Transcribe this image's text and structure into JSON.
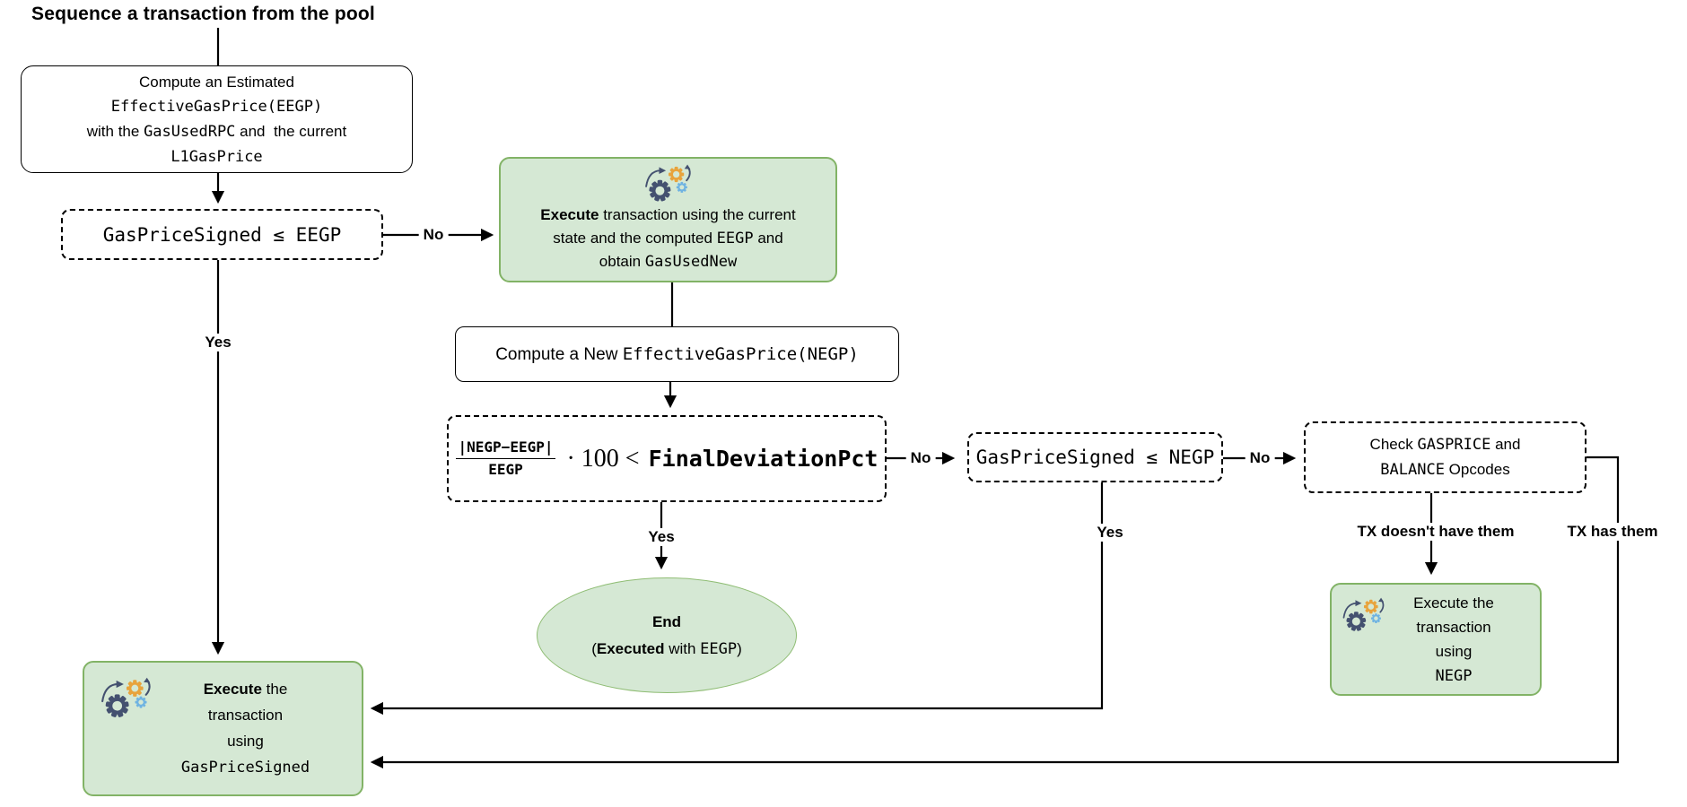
{
  "title": "Sequence a transaction from the pool",
  "colors": {
    "green_fill": "#d5e8d4",
    "green_stroke": "#82b366",
    "ellipse_stroke": "#8fbd74",
    "line": "#000000",
    "gear_dark": "#445170",
    "gear_orange": "#e8a33c",
    "gear_blue": "#6fb3e2"
  },
  "nodes": {
    "compute_eegp": {
      "runs": [
        {
          "t": "Compute an Estimated",
          "f": "sans"
        },
        {
          "br": true
        },
        {
          "t": "EffectiveGasPrice(EEGP)",
          "f": "mono"
        },
        {
          "br": true
        },
        {
          "t": "with the ",
          "f": "sans"
        },
        {
          "t": "GasUsedRPC",
          "f": "mono"
        },
        {
          "t": " and  the current",
          "f": "sans"
        },
        {
          "br": true
        },
        {
          "t": "L1GasPrice",
          "f": "mono"
        }
      ]
    },
    "dec_eegp": {
      "runs": [
        {
          "t": "GasPriceSigned ≤ EEGP",
          "f": "mono"
        }
      ]
    },
    "exec_current": {
      "runs": [
        {
          "t": "Execute",
          "f": "bold"
        },
        {
          "t": " transaction using the current",
          "f": "sans"
        },
        {
          "br": true
        },
        {
          "t": "state and the computed ",
          "f": "sans"
        },
        {
          "t": "EEGP",
          "f": "mono"
        },
        {
          "t": " and",
          "f": "sans"
        },
        {
          "br": true
        },
        {
          "t": "obtain ",
          "f": "sans"
        },
        {
          "t": "GasUsedNew",
          "f": "mono"
        }
      ]
    },
    "compute_negp": {
      "runs": [
        {
          "t": "Compute a New ",
          "f": "sans"
        },
        {
          "t": "EffectiveGasPrice(NEGP)",
          "f": "mono"
        }
      ]
    },
    "formula": {
      "num": "|NEGP−EEGP|",
      "den": "EEGP",
      "mid": "· 100 <",
      "rhs": "FinalDeviationPct"
    },
    "dec_negp": {
      "runs": [
        {
          "t": "GasPriceSigned ≤ NEGP",
          "f": "mono"
        }
      ]
    },
    "check_opcodes": {
      "runs": [
        {
          "t": "Check ",
          "f": "sans"
        },
        {
          "t": "GASPRICE",
          "f": "mono"
        },
        {
          "t": " and",
          "f": "sans"
        },
        {
          "br": true
        },
        {
          "t": "BALANCE",
          "f": "mono"
        },
        {
          "t": " Opcodes",
          "f": "sans"
        }
      ]
    },
    "end": {
      "runs": [
        {
          "t": "End",
          "f": "bold"
        },
        {
          "br": true
        },
        {
          "t": "(",
          "f": "sans"
        },
        {
          "t": "Executed",
          "f": "bold"
        },
        {
          "t": " with ",
          "f": "sans"
        },
        {
          "t": "EEGP",
          "f": "mono"
        },
        {
          "t": ")",
          "f": "sans"
        }
      ]
    },
    "exec_gps": {
      "runs": [
        {
          "t": "Execute",
          "f": "bold"
        },
        {
          "t": " the",
          "f": "sans"
        },
        {
          "br": true
        },
        {
          "t": "transaction",
          "f": "sans"
        },
        {
          "br": true
        },
        {
          "t": "using",
          "f": "sans"
        },
        {
          "br": true
        },
        {
          "t": "GasPriceSigned",
          "f": "mono"
        }
      ]
    },
    "exec_negp": {
      "runs": [
        {
          "t": "Execute the",
          "f": "sans"
        },
        {
          "br": true
        },
        {
          "t": "transaction",
          "f": "sans"
        },
        {
          "br": true
        },
        {
          "t": "using",
          "f": "sans"
        },
        {
          "br": true
        },
        {
          "t": "NEGP",
          "f": "mono"
        }
      ]
    }
  },
  "labels": {
    "no1": "No",
    "no2": "No",
    "no3": "No",
    "yes1": "Yes",
    "yes2": "Yes",
    "yes3": "Yes",
    "tx_not": "TX doesn't have them",
    "tx_has": "TX has them"
  }
}
